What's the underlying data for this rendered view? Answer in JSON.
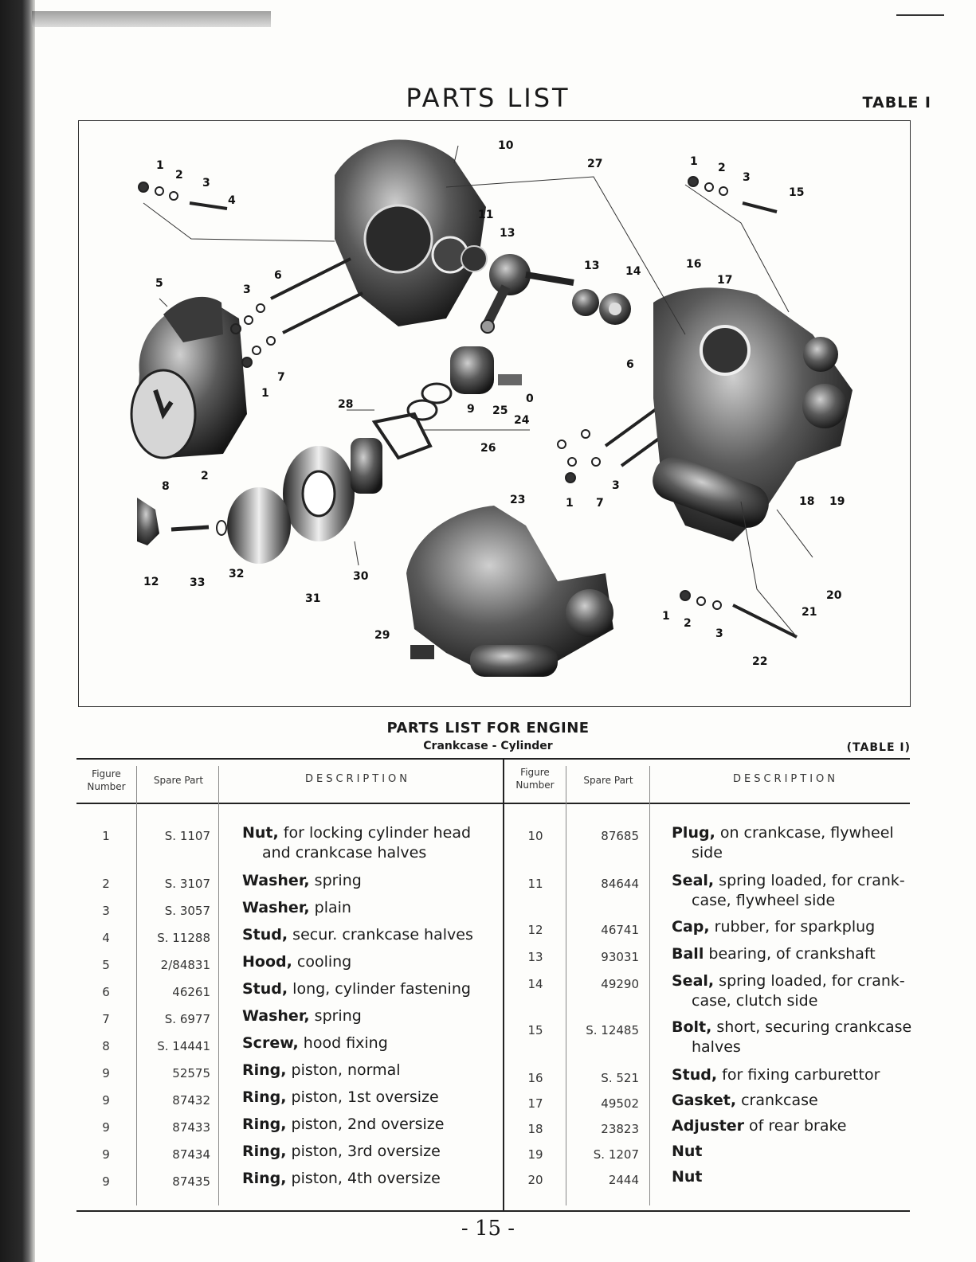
{
  "page": {
    "title": "PARTS LIST",
    "table_label": "TABLE I",
    "page_number": "- 15 -"
  },
  "figure": {
    "callouts": [
      "1",
      "2",
      "3",
      "4",
      "5",
      "6",
      "3",
      "1",
      "7",
      "8",
      "2",
      "10",
      "27",
      "11",
      "13",
      "13",
      "14",
      "16",
      "17",
      "1",
      "2",
      "3",
      "15",
      "6",
      "28",
      "9",
      "25",
      "24",
      "0",
      "26",
      "23",
      "1",
      "7",
      "3",
      "18",
      "19",
      "12",
      "33",
      "32",
      "31",
      "30",
      "29",
      "20",
      "21",
      "1",
      "2",
      "3",
      "22"
    ]
  },
  "parts_list": {
    "title": "PARTS LIST FOR ENGINE",
    "subtitle": "Crankcase - Cylinder",
    "table_label": "(TABLE I)",
    "headers": {
      "figure_number_1": "Figure",
      "figure_number_2": "Number",
      "spare_part": "Spare Part",
      "description": "DESCRIPTION"
    },
    "left_rows": [
      {
        "fig": "1",
        "spare": "S. 1107",
        "name": "Nut,",
        "rest": " for locking cylinder head",
        "cont": "and crankcase halves"
      },
      {
        "fig": "2",
        "spare": "S. 3107",
        "name": "Washer,",
        "rest": " spring",
        "cont": ""
      },
      {
        "fig": "3",
        "spare": "S. 3057",
        "name": "Washer,",
        "rest": " plain",
        "cont": ""
      },
      {
        "fig": "4",
        "spare": "S. 11288",
        "name": "Stud,",
        "rest": " secur. crankcase halves",
        "cont": ""
      },
      {
        "fig": "5",
        "spare": "2/84831",
        "name": "Hood,",
        "rest": " cooling",
        "cont": ""
      },
      {
        "fig": "6",
        "spare": "46261",
        "name": "Stud,",
        "rest": " long, cylinder fastening",
        "cont": ""
      },
      {
        "fig": "7",
        "spare": "S. 6977",
        "name": "Washer,",
        "rest": " spring",
        "cont": ""
      },
      {
        "fig": "8",
        "spare": "S. 14441",
        "name": "Screw,",
        "rest": " hood fixing",
        "cont": ""
      },
      {
        "fig": "9",
        "spare": "52575",
        "name": "Ring,",
        "rest": " piston, normal",
        "cont": ""
      },
      {
        "fig": "9",
        "spare": "87432",
        "name": "Ring,",
        "rest": " piston, 1st oversize",
        "cont": ""
      },
      {
        "fig": "9",
        "spare": "87433",
        "name": "Ring,",
        "rest": " piston, 2nd oversize",
        "cont": ""
      },
      {
        "fig": "9",
        "spare": "87434",
        "name": "Ring,",
        "rest": " piston, 3rd oversize",
        "cont": ""
      },
      {
        "fig": "9",
        "spare": "87435",
        "name": "Ring,",
        "rest": " piston, 4th oversize",
        "cont": ""
      }
    ],
    "right_rows": [
      {
        "fig": "10",
        "spare": "87685",
        "name": "Plug,",
        "rest": " on crankcase, flywheel",
        "cont": "side"
      },
      {
        "fig": "11",
        "spare": "84644",
        "name": "Seal,",
        "rest": " spring loaded, for crank-",
        "cont": "case, flywheel side"
      },
      {
        "fig": "12",
        "spare": "46741",
        "name": "Cap,",
        "rest": " rubber, for sparkplug",
        "cont": ""
      },
      {
        "fig": "13",
        "spare": "93031",
        "name": "Ball",
        "rest": " bearing, of crankshaft",
        "cont": ""
      },
      {
        "fig": "14",
        "spare": "49290",
        "name": "Seal,",
        "rest": " spring loaded, for crank-",
        "cont": "case, clutch side"
      },
      {
        "fig": "15",
        "spare": "S. 12485",
        "name": "Bolt,",
        "rest": " short, securing crankcase",
        "cont": "halves"
      },
      {
        "fig": "16",
        "spare": "S. 521",
        "name": "Stud,",
        "rest": " for fixing carburettor",
        "cont": ""
      },
      {
        "fig": "17",
        "spare": "49502",
        "name": "Gasket,",
        "rest": " crankcase",
        "cont": ""
      },
      {
        "fig": "18",
        "spare": "23823",
        "name": "Adjuster",
        "rest": " of rear brake",
        "cont": ""
      },
      {
        "fig": "19",
        "spare": "S. 1207",
        "name": "Nut",
        "rest": "",
        "cont": ""
      },
      {
        "fig": "20",
        "spare": "2444",
        "name": "Nut",
        "rest": "",
        "cont": ""
      }
    ]
  }
}
